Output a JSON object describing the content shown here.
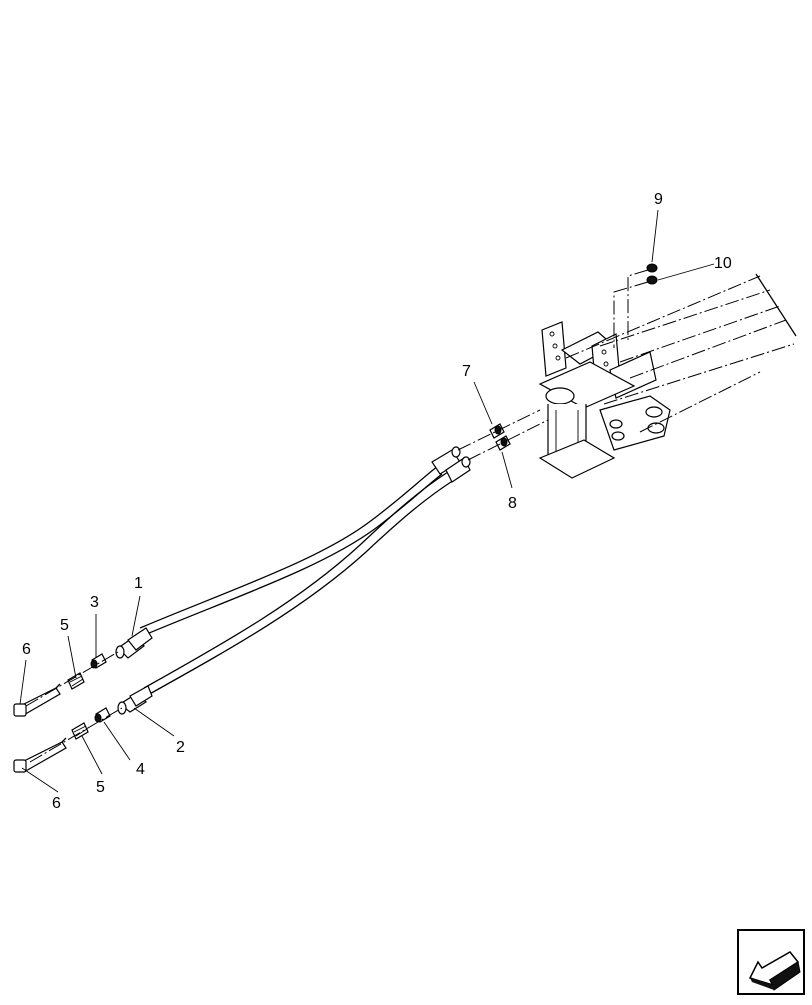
{
  "callouts": [
    {
      "id": "c1",
      "label": "1"
    },
    {
      "id": "c2",
      "label": "2"
    },
    {
      "id": "c3",
      "label": "3"
    },
    {
      "id": "c4",
      "label": "4"
    },
    {
      "id": "c5a",
      "label": "5"
    },
    {
      "id": "c5b",
      "label": "5"
    },
    {
      "id": "c6a",
      "label": "6"
    },
    {
      "id": "c6b",
      "label": "6"
    },
    {
      "id": "c7",
      "label": "7"
    },
    {
      "id": "c8",
      "label": "8"
    },
    {
      "id": "c9",
      "label": "9"
    },
    {
      "id": "c10",
      "label": "10"
    }
  ],
  "icons": {
    "nav_arrow": "arrow-left-icon"
  },
  "colors": {
    "line": "#000000",
    "background": "#ffffff"
  }
}
